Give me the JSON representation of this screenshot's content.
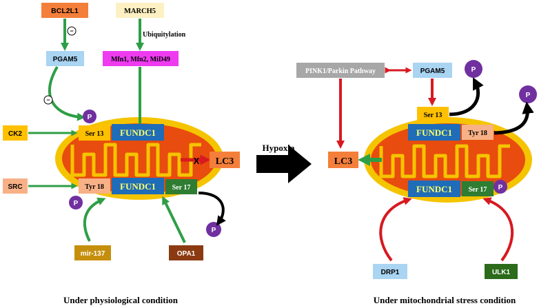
{
  "left": {
    "bcl2l1": "BCL2L1",
    "march5": "MARCH5",
    "ubiquitylation": "Ubiquitylation",
    "pgam5": "PGAM5",
    "mfn": "Mfn1, Mfn2, MiD49",
    "ck2": "CK2",
    "src": "SRC",
    "ser13": "Ser 13",
    "tyr18": "Tyr 18",
    "ser17": "Ser 17",
    "fundc1_top": "FUNDC1",
    "fundc1_bottom": "FUNDC1",
    "lc3": "LC3",
    "mir137": "mir-137",
    "opa1": "OPA1",
    "inhibit_symbol": "−",
    "p": "P",
    "cross": "X",
    "caption": "Under physiological condition"
  },
  "middle": {
    "hypoxia": "Hypoxia"
  },
  "right": {
    "pink1": "PINK1/Parkin Pathway",
    "pgam5": "PGAM5",
    "lc3": "LC3",
    "ser13": "Ser 13",
    "tyr18": "Tyr 18",
    "ser17": "Ser 17",
    "fundc1_top": "FUNDC1",
    "fundc1_bottom": "FUNDC1",
    "drp1": "DRP1",
    "ulk1": "ULK1",
    "p": "P",
    "caption": "Under mitochondrial stress condition"
  },
  "colors": {
    "orange_box": "#f47f3a",
    "cream_box": "#fdf0c2",
    "light_blue": "#a9d4f2",
    "magenta": "#ee3bf0",
    "gold": "#ffc000",
    "salmon": "#f8b186",
    "fundc1_blue": "#1f6cb8",
    "fundc1_text": "#ffff66",
    "ser17_green": "#2e7d32",
    "mir_gold": "#c58f0d",
    "opa1_brown": "#8b3a12",
    "gray_box": "#a7a7a7",
    "ulk1_green": "#2b6b1a",
    "purple_p": "#7030a0",
    "mito_orange": "#e84c0e",
    "mito_yellow": "#f5c400",
    "green_arrow": "#2e9e46",
    "red_arrow": "#d71920"
  }
}
